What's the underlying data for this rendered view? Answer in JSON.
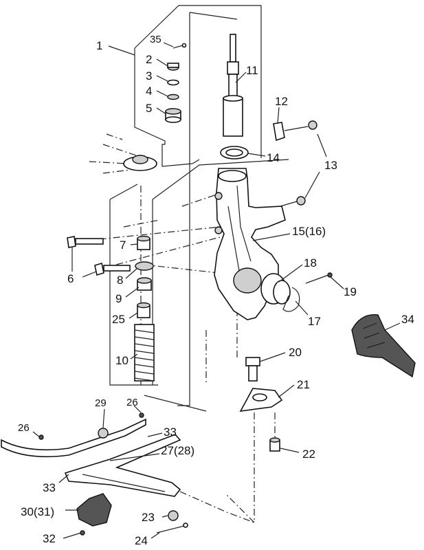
{
  "labels": {
    "l1": "1",
    "l2": "2",
    "l3": "3",
    "l4": "4",
    "l5": "5",
    "l6": "6",
    "l7": "7",
    "l8": "8",
    "l9": "9",
    "l10": "10",
    "l11": "11",
    "l12": "12",
    "l13": "13",
    "l14": "14",
    "l15": "15(16)",
    "l17": "17",
    "l18": "18",
    "l19": "19",
    "l20": "20",
    "l21": "21",
    "l22": "22",
    "l23": "23",
    "l24": "24",
    "l25": "25",
    "l26a": "26",
    "l26b": "26",
    "l27": "27(28)",
    "l29": "29",
    "l30": "30(31)",
    "l32": "32",
    "l33a": "33",
    "l33b": "33",
    "l34": "34",
    "l35": "35"
  }
}
